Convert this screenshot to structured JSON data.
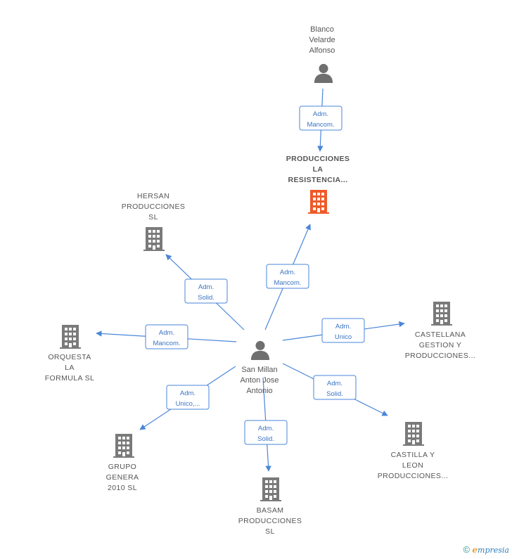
{
  "colors": {
    "edge": "#4a86d8",
    "company": "#7a7a7a",
    "company_highlight": "#ef5a29",
    "person": "#6f6f6f"
  },
  "nodes": [
    {
      "id": "blanco",
      "type": "person",
      "lines": [
        "Blanco",
        "Velarde",
        "Alfonso"
      ]
    },
    {
      "id": "produccioneslr",
      "type": "company",
      "highlight": true,
      "lines": [
        "PRODUCCIONES",
        "LA",
        "RESISTENCIA..."
      ]
    },
    {
      "id": "hersan",
      "type": "company",
      "lines": [
        "HERSAN",
        "PRODUCCIONES",
        "SL"
      ]
    },
    {
      "id": "orquesta",
      "type": "company",
      "lines": [
        "ORQUESTA",
        "LA",
        "FORMULA  SL"
      ]
    },
    {
      "id": "sanmillan",
      "type": "person",
      "lines": [
        "San Millan",
        "Anton Jose",
        "Antonio"
      ]
    },
    {
      "id": "castellana",
      "type": "company",
      "lines": [
        "CASTELLANA",
        "GESTION Y",
        "PRODUCCIONES..."
      ]
    },
    {
      "id": "grupo",
      "type": "company",
      "lines": [
        "GRUPO",
        "GENERA",
        "2010 SL"
      ]
    },
    {
      "id": "basam",
      "type": "company",
      "lines": [
        "BASAM",
        "PRODUCCIONES",
        "SL"
      ]
    },
    {
      "id": "castilla",
      "type": "company",
      "lines": [
        "CASTILLA Y",
        "LEON",
        "PRODUCCIONES..."
      ]
    }
  ],
  "edges": [
    {
      "from": "blanco",
      "to": "produccioneslr",
      "label": [
        "Adm.",
        "Mancom."
      ]
    },
    {
      "from": "sanmillan",
      "to": "produccioneslr",
      "label": [
        "Adm.",
        "Mancom."
      ]
    },
    {
      "from": "sanmillan",
      "to": "hersan",
      "label": [
        "Adm.",
        "Solid."
      ]
    },
    {
      "from": "sanmillan",
      "to": "orquesta",
      "label": [
        "Adm.",
        "Mancom."
      ]
    },
    {
      "from": "sanmillan",
      "to": "castellana",
      "label": [
        "Adm.",
        "Unico"
      ]
    },
    {
      "from": "sanmillan",
      "to": "grupo",
      "label": [
        "Adm.",
        "Unico,..."
      ]
    },
    {
      "from": "sanmillan",
      "to": "basam",
      "label": [
        "Adm.",
        "Solid."
      ]
    },
    {
      "from": "sanmillan",
      "to": "castilla",
      "label": [
        "Adm.",
        "Solid."
      ]
    }
  ],
  "footer": {
    "copyright": "©",
    "brand_initial": "e",
    "brand_rest": "mpresia"
  }
}
